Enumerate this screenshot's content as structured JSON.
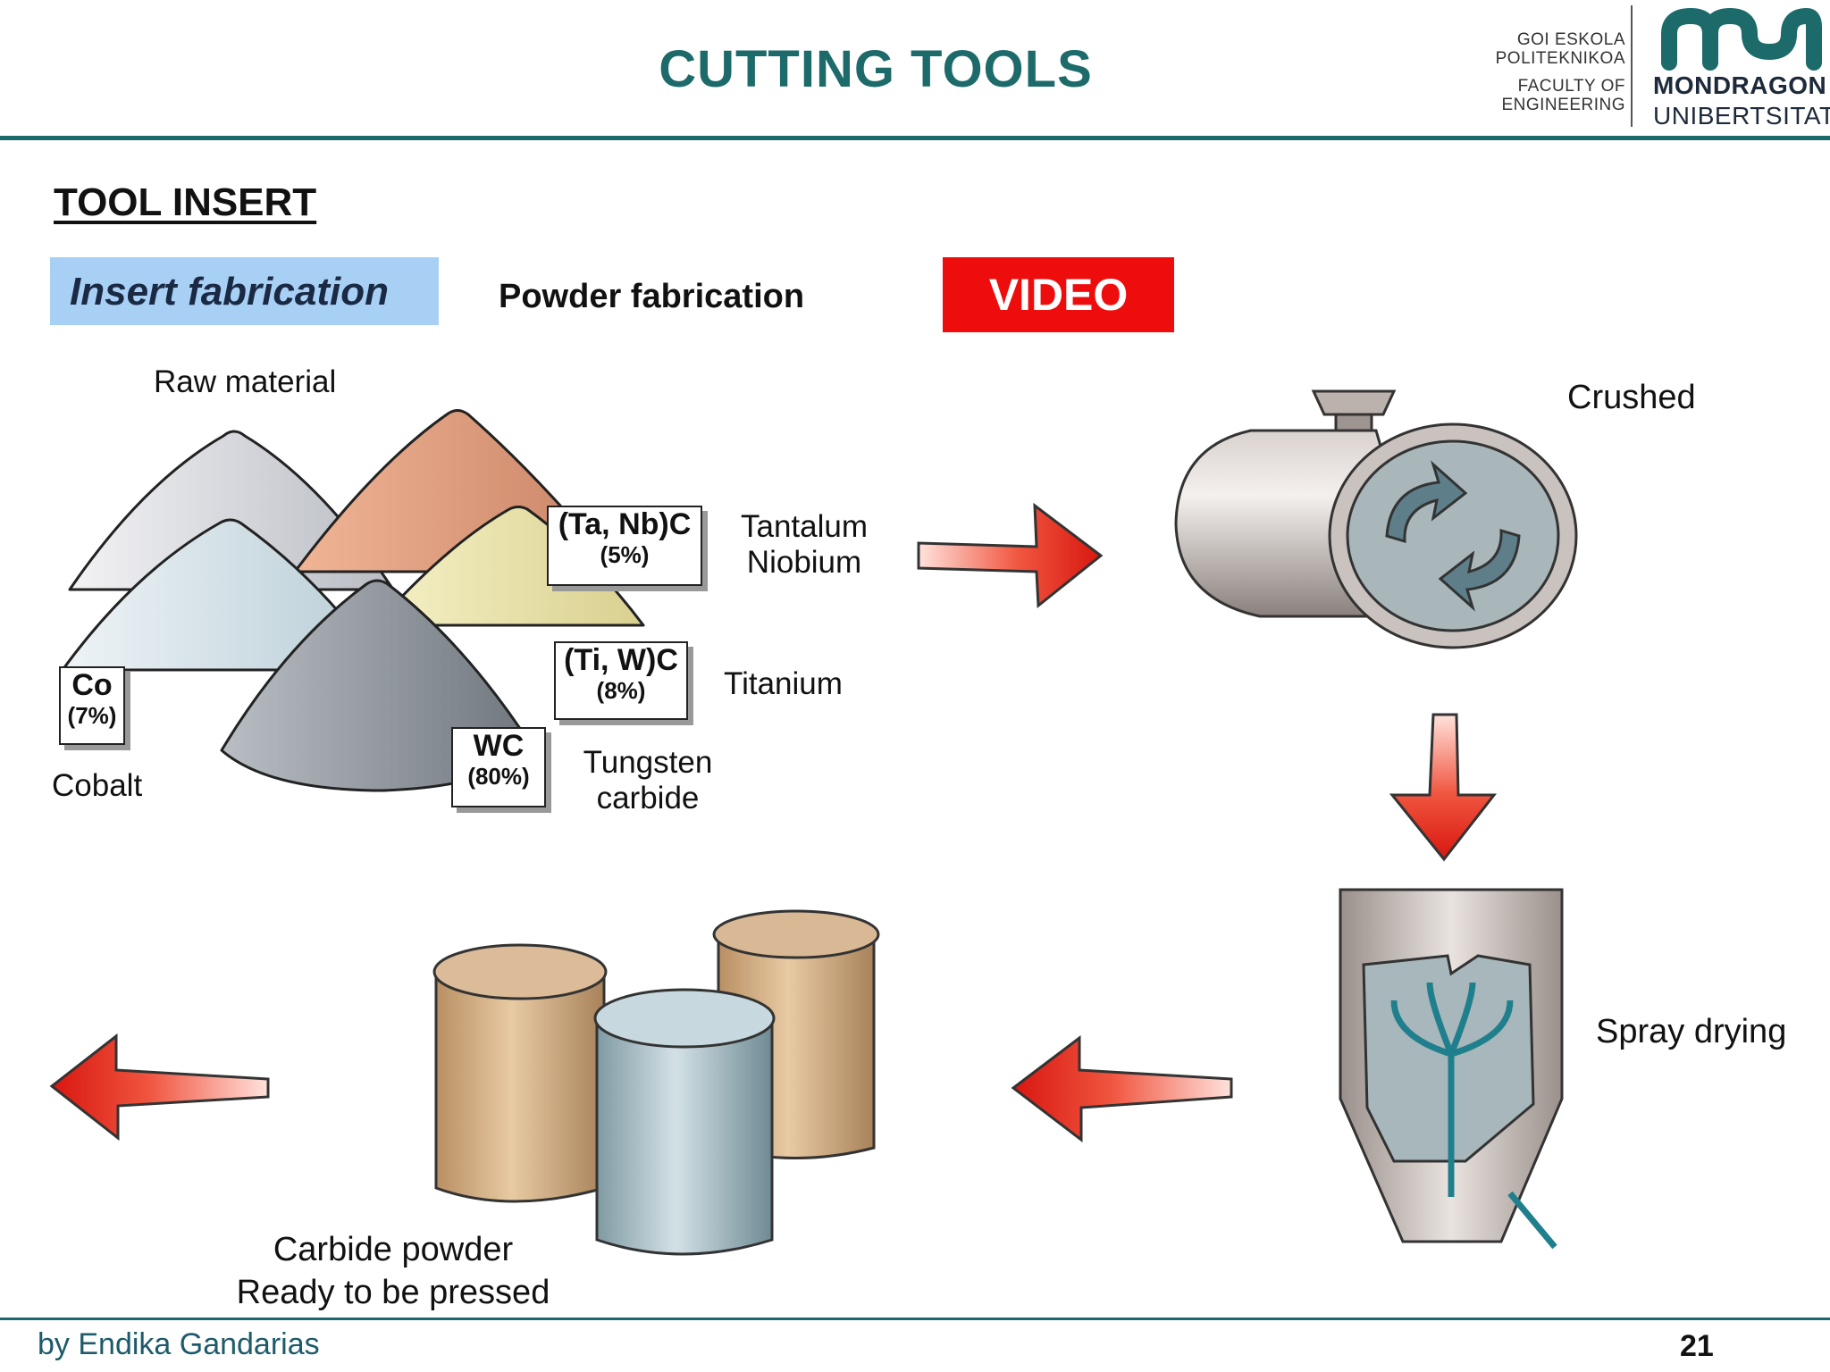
{
  "header": {
    "title": "CUTTING TOOLS",
    "logo_lines": [
      "GOI ESKOLA",
      "POLITEKNIKOA",
      "FACULTY OF",
      "ENGINEERING"
    ],
    "logo_brand_1": "MONDRAGON",
    "logo_brand_2": "UNIBERTSITATEA",
    "accent_color": "#1d6a6a"
  },
  "section": {
    "heading": "TOOL INSERT",
    "insert_tab": "Insert fabrication",
    "powder_tab": "Powder fabrication",
    "video_button": "VIDEO"
  },
  "raw_material": {
    "caption": "Raw material",
    "tags": [
      {
        "symbol": "Co",
        "percent": "(7%)",
        "name": "Cobalt"
      },
      {
        "symbol": "(Ta, Nb)C",
        "percent": "(5%)",
        "name_line1": "Tantalum",
        "name_line2": "Niobium"
      },
      {
        "symbol": "(Ti, W)C",
        "percent": "(8%)",
        "name": "Titanium"
      },
      {
        "symbol": "WC",
        "percent": "(80%)",
        "name_line1": "Tungsten",
        "name_line2": "carbide"
      }
    ]
  },
  "steps": {
    "crushed": "Crushed",
    "spray_drying": "Spray drying",
    "carbide_line1": "Carbide powder",
    "carbide_line2": "Ready to be pressed"
  },
  "footer": {
    "author": "by Endika Gandarias",
    "page_number": "21"
  },
  "colors": {
    "video_bg": "#ee0d0d",
    "insert_tab_bg": "#a8d0f5",
    "arrow": "#e8201c"
  }
}
